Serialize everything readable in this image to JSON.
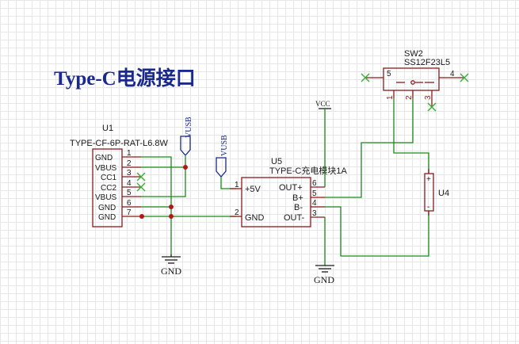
{
  "title": "Type-C电源接口",
  "components": {
    "u1": {
      "ref": "U1",
      "value": "TYPE-CF-6P-RAT-L6.8W",
      "pins": [
        {
          "num": "1",
          "name": "GND"
        },
        {
          "num": "2",
          "name": "VBUS"
        },
        {
          "num": "3",
          "name": "CC1"
        },
        {
          "num": "4",
          "name": "CC2"
        },
        {
          "num": "5",
          "name": "VBUS"
        },
        {
          "num": "6",
          "name": "GND"
        },
        {
          "num": "7",
          "name": "GND"
        }
      ]
    },
    "u5": {
      "ref": "U5",
      "value": "TYPE-C充电模块1A",
      "pins_left": [
        {
          "num": "1",
          "name": "+5V"
        },
        {
          "num": "2",
          "name": "GND"
        }
      ],
      "pins_right": [
        {
          "num": "6",
          "name": "OUT+"
        },
        {
          "num": "5",
          "name": "B+"
        },
        {
          "num": "4",
          "name": "B-"
        },
        {
          "num": "3",
          "name": "OUT-"
        }
      ]
    },
    "sw2": {
      "ref": "SW2",
      "value": "SS12F23L5",
      "pins": {
        "p1": "1",
        "p2": "2",
        "p3": "3",
        "p4": "4",
        "p5": "5"
      }
    },
    "u4": {
      "ref": "U4",
      "plus": "+",
      "minus": "-"
    }
  },
  "net_labels": {
    "vusb_1": "VUSB",
    "vusb_2": "VUSB",
    "vcc": "VCC",
    "gnd_1": "GND",
    "gnd_2": "GND"
  },
  "colors": {
    "wire": "#1a8a1a",
    "component": "#8b1a1a",
    "junction": "#b01818",
    "no_connect": "#3ab03a",
    "title": "#1a2a8a"
  }
}
